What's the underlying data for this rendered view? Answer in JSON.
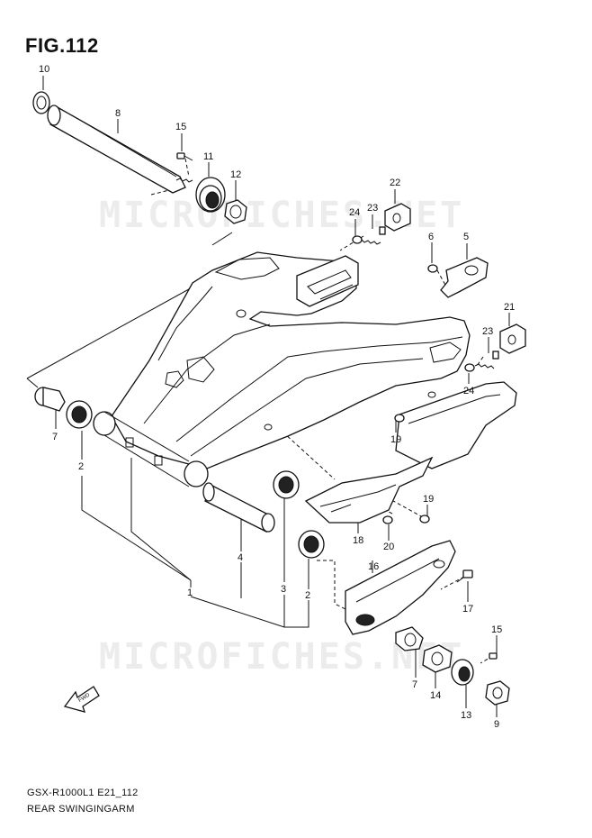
{
  "figure": {
    "title": "FIG.112",
    "code": "GSX-R1000L1 E21_112",
    "name": "REAR SWINGINGARM",
    "watermark": "MICROFICHES.NET",
    "direction_label": "FWD"
  },
  "callouts": {
    "c10": "10",
    "c8": "8",
    "c15a": "15",
    "c11": "11",
    "c12": "12",
    "c22": "22",
    "c23a": "23",
    "c24a": "24",
    "c6": "6",
    "c5": "5",
    "c21": "21",
    "c23b": "23",
    "c24b": "24",
    "c7a": "7",
    "c2a": "2",
    "c19a": "19",
    "c19b": "19",
    "c18": "18",
    "c20": "20",
    "c4": "4",
    "c1": "1",
    "c3": "3",
    "c2b": "2",
    "c16": "16",
    "c17": "17",
    "c15b": "15",
    "c7b": "7",
    "c14": "14",
    "c13": "13",
    "c9": "9"
  }
}
